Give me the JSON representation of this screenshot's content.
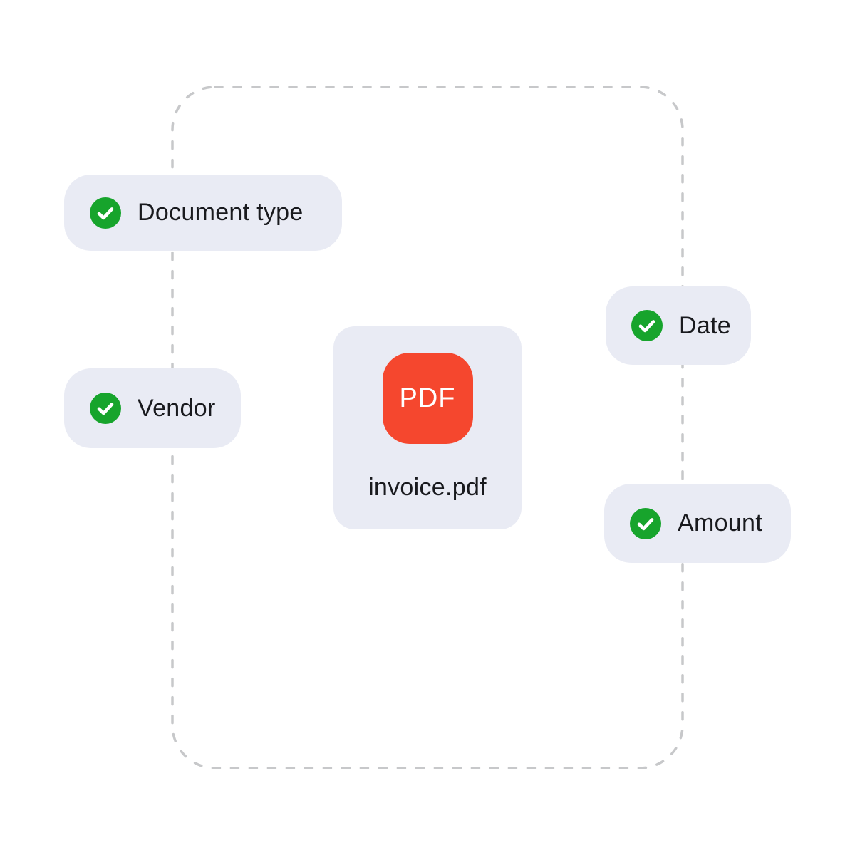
{
  "diagram": {
    "description": "PDF data extraction illustration",
    "frame": {
      "style": "dashed-rounded-rectangle",
      "color": "#C7C8CA"
    },
    "file_card": {
      "badge_label": "PDF",
      "filename": "invoice.pdf",
      "badge_color": "#F5472E",
      "card_background": "#E9EBF4"
    },
    "fields": [
      {
        "label": "Document type",
        "status": "checked",
        "icon": "check-icon"
      },
      {
        "label": "Vendor",
        "status": "checked",
        "icon": "check-icon"
      },
      {
        "label": "Date",
        "status": "checked",
        "icon": "check-icon"
      },
      {
        "label": "Amount",
        "status": "checked",
        "icon": "check-icon"
      }
    ],
    "colors": {
      "success_green": "#17A42C",
      "pdf_red": "#F5472E",
      "pill_background": "#E9EBF4",
      "dash_border": "#C7C8CA",
      "text": "#191A1E",
      "page_background": "#FFFFFF"
    }
  }
}
